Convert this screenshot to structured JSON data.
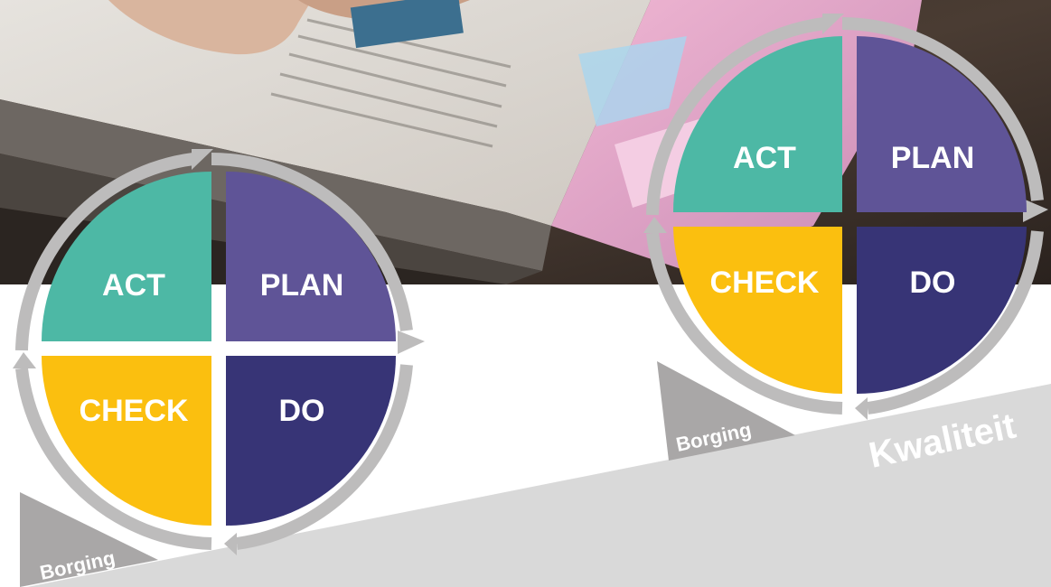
{
  "labels": {
    "act": "ACT",
    "plan": "PLAN",
    "check": "CHECK",
    "do": "DO",
    "borging": "Borging",
    "kwaliteit": "Kwaliteit"
  },
  "colors": {
    "act": "#4db8a5",
    "plan": "#5f5497",
    "check": "#fbbf0f",
    "do": "#373476",
    "ring": "#bdbcbc",
    "wedge": "#a9a7a7",
    "slope": "#d9d9d9",
    "label_text": "#ffffff"
  },
  "background": {
    "photo": "open book held by hands on a dark table"
  }
}
